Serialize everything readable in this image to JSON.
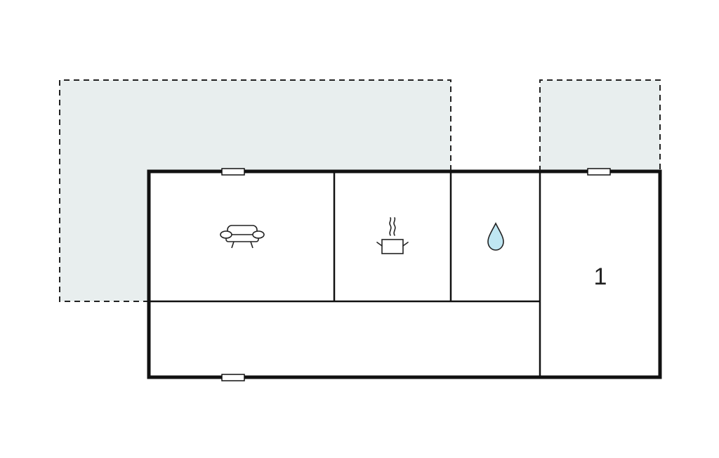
{
  "floorplan": {
    "rooms": [
      {
        "id": "living-room",
        "icon": "sofa-icon"
      },
      {
        "id": "kitchen",
        "icon": "cooking-pot-icon"
      },
      {
        "id": "bathroom",
        "icon": "water-drop-icon"
      },
      {
        "id": "hallway",
        "icon": ""
      },
      {
        "id": "bedroom",
        "icon": "",
        "label": "1"
      }
    ],
    "outdoor_areas": [
      "terrace-left",
      "terrace-right"
    ],
    "windows_count": 3,
    "colors": {
      "wall": "#111111",
      "terrace_fill": "#e8eeee",
      "terrace_border": "#222222",
      "window_fill": "#ffffff",
      "water_drop": "#bfe6f2"
    }
  }
}
